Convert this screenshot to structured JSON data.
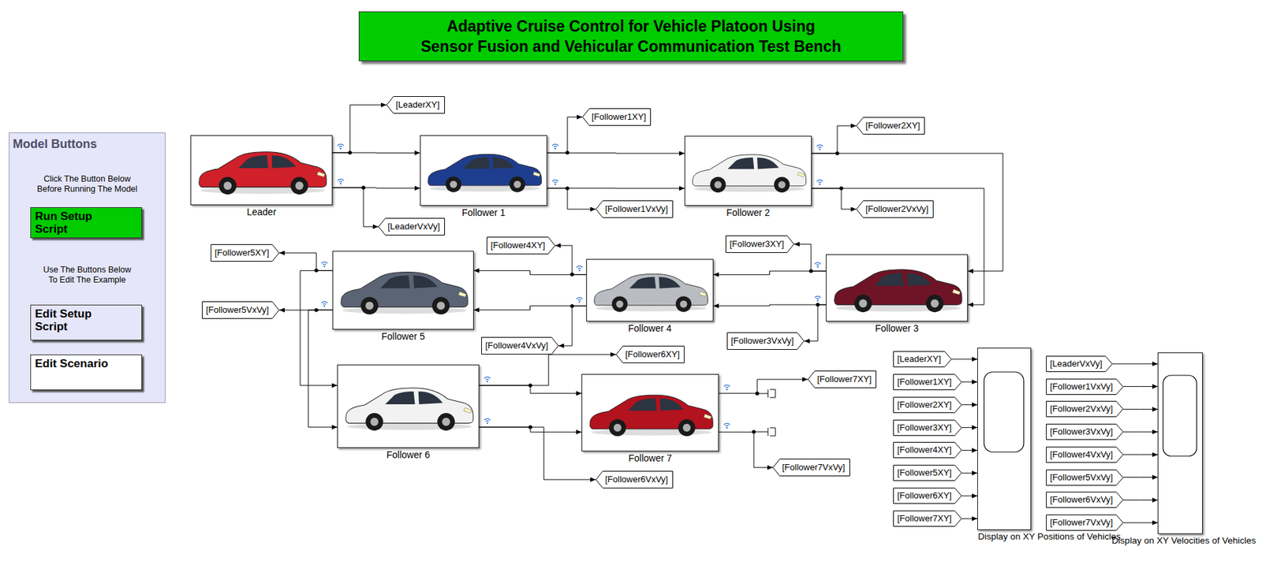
{
  "diagram": {
    "title": "Adaptive Cruise Control for Vehicle Platoon Using Sensor Fusion and Vehicular Communication Test Bench",
    "nodes": [
      {
        "text": [
          "Model Buttons",
          "Click The Button Below Before Running The Model",
          "Use The Buttons Below To Edit The Example"
        ]
      },
      {
        "text": [
          "Run Setup Script"
        ],
        "in": 0
      },
      {
        "text": [
          "Edit Setup Script"
        ],
        "in": 0
      },
      {
        "text": [
          "Edit Scenario"
        ],
        "in": 0
      },
      {
        "text": [
          "[LeaderXY]"
        ]
      },
      {
        "text": [
          "Leader"
        ]
      },
      {
        "text": [
          "[LeaderVxVy]"
        ]
      },
      {
        "text": [
          "[Follower1XY]"
        ]
      },
      {
        "text": [
          "Follower 1"
        ]
      },
      {
        "text": [
          "[Follower1VxVy]"
        ]
      },
      {
        "text": [
          "[Follower2XY]"
        ]
      },
      {
        "text": [
          "Follower 2"
        ]
      },
      {
        "text": [
          "[Follower2VxVy]"
        ]
      },
      {
        "text": [
          "[Follower5XY]"
        ]
      },
      {
        "text": [
          "[Follower4XY]"
        ]
      },
      {
        "text": [
          "[Follower3XY]"
        ]
      },
      {
        "text": [
          "Follower 5"
        ]
      },
      {
        "text": [
          "Follower 4"
        ]
      },
      {
        "text": [
          "Follower 3"
        ]
      },
      {
        "text": [
          "[Follower5VxVy]"
        ]
      },
      {
        "text": [
          "[Follower4VxVy]"
        ]
      },
      {
        "text": [
          "[Follower3VxVy]"
        ]
      },
      {
        "text": [
          "[Follower6XY]"
        ]
      },
      {
        "text": [
          "Follower 6"
        ]
      },
      {
        "text": [
          "Follower 7"
        ]
      },
      {
        "text": [
          "[Follower7XY]"
        ]
      },
      {
        "text": [
          "[Follower6VxVy]"
        ]
      },
      {
        "text": [
          "[Follower7VxVy]"
        ]
      },
      {
        "text": [
          "[LeaderXY]"
        ]
      },
      {
        "text": [
          "[Follower1XY]"
        ]
      },
      {
        "text": [
          "[Follower2XY]"
        ]
      },
      {
        "text": [
          "[Follower3XY]"
        ]
      },
      {
        "text": [
          "[Follower4XY]"
        ]
      },
      {
        "text": [
          "[Follower5XY]"
        ]
      },
      {
        "text": [
          "[Follower6XY]"
        ]
      },
      {
        "text": [
          "[Follower7XY]"
        ]
      },
      {
        "text": [
          "Display on XY Positions of Vehicles"
        ]
      },
      {
        "text": [
          "[LeaderVxVy]"
        ]
      },
      {
        "text": [
          "[Follower1VxVy]"
        ]
      },
      {
        "text": [
          "[Follower2VxVy]"
        ]
      },
      {
        "text": [
          "[Follower3VxVy]"
        ]
      },
      {
        "text": [
          "[Follower4VxVy]"
        ]
      },
      {
        "text": [
          "[Follower5VxVy]"
        ]
      },
      {
        "text": [
          "[Follower6VxVy]"
        ]
      },
      {
        "text": [
          "[Follower7VxVy]"
        ]
      },
      {
        "text": [
          "Display on XY Velocities of Vehicles"
        ]
      }
    ],
    "edges": [
      {
        "from": 5,
        "to": 8,
        "arrow": "to"
      },
      {
        "from": 5,
        "to": 8,
        "arrow": "to"
      },
      {
        "from": 5,
        "to": 4,
        "arrow": "to"
      },
      {
        "from": 5,
        "to": 6,
        "arrow": "to"
      },
      {
        "from": 8,
        "to": 11,
        "arrow": "to"
      },
      {
        "from": 8,
        "to": 11,
        "arrow": "to"
      },
      {
        "from": 8,
        "to": 7,
        "arrow": "to"
      },
      {
        "from": 8,
        "to": 9,
        "arrow": "to"
      },
      {
        "from": 11,
        "to": 18,
        "arrow": "to"
      },
      {
        "from": 11,
        "to": 18,
        "arrow": "to"
      },
      {
        "from": 11,
        "to": 10,
        "arrow": "to"
      },
      {
        "from": 11,
        "to": 12,
        "arrow": "to"
      },
      {
        "from": 18,
        "to": 17,
        "arrow": "to"
      },
      {
        "from": 18,
        "to": 17,
        "arrow": "to"
      },
      {
        "from": 18,
        "to": 15,
        "arrow": "to"
      },
      {
        "from": 18,
        "to": 21,
        "arrow": "to"
      },
      {
        "from": 17,
        "to": 16,
        "arrow": "to"
      },
      {
        "from": 17,
        "to": 16,
        "arrow": "to"
      },
      {
        "from": 17,
        "to": 14,
        "arrow": "to"
      },
      {
        "from": 17,
        "to": 20,
        "arrow": "to"
      },
      {
        "from": 16,
        "to": 23,
        "arrow": "to"
      },
      {
        "from": 16,
        "to": 23,
        "arrow": "to"
      },
      {
        "from": 16,
        "to": 13,
        "arrow": "to"
      },
      {
        "from": 16,
        "to": 19,
        "arrow": "to"
      },
      {
        "from": 23,
        "to": 24,
        "arrow": "to"
      },
      {
        "from": 23,
        "to": 24,
        "arrow": "to"
      },
      {
        "from": 23,
        "to": 22,
        "arrow": "to"
      },
      {
        "from": 23,
        "to": 26,
        "arrow": "to"
      },
      {
        "from": 24,
        "to": 25,
        "arrow": "to"
      },
      {
        "from": 24,
        "to": 27,
        "arrow": "to"
      },
      {
        "from": 28,
        "to": 36,
        "arrow": "to"
      },
      {
        "from": 29,
        "to": 36,
        "arrow": "to"
      },
      {
        "from": 30,
        "to": 36,
        "arrow": "to"
      },
      {
        "from": 31,
        "to": 36,
        "arrow": "to"
      },
      {
        "from": 32,
        "to": 36,
        "arrow": "to"
      },
      {
        "from": 33,
        "to": 36,
        "arrow": "to"
      },
      {
        "from": 34,
        "to": 36,
        "arrow": "to"
      },
      {
        "from": 35,
        "to": 36,
        "arrow": "to"
      },
      {
        "from": 37,
        "to": 45,
        "arrow": "to"
      },
      {
        "from": 38,
        "to": 45,
        "arrow": "to"
      },
      {
        "from": 39,
        "to": 45,
        "arrow": "to"
      },
      {
        "from": 40,
        "to": 45,
        "arrow": "to"
      },
      {
        "from": 41,
        "to": 45,
        "arrow": "to"
      },
      {
        "from": 42,
        "to": 45,
        "arrow": "to"
      },
      {
        "from": 43,
        "to": 45,
        "arrow": "to"
      },
      {
        "from": 44,
        "to": 45,
        "arrow": "to"
      }
    ]
  }
}
